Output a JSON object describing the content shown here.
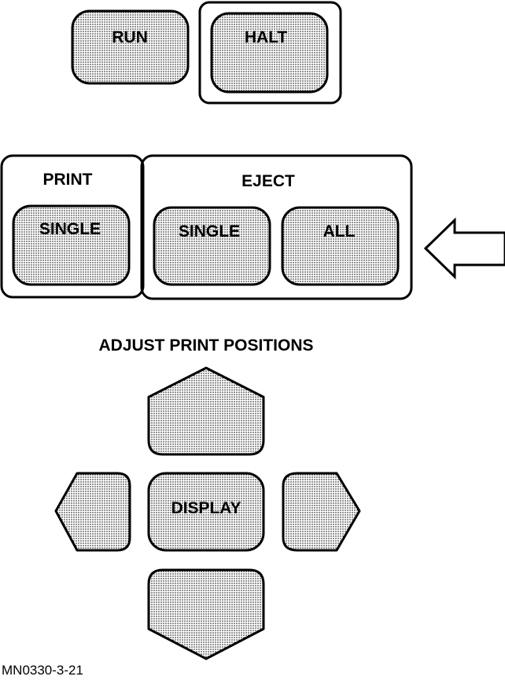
{
  "top_keys": {
    "run": "RUN",
    "halt": "HALT"
  },
  "print_group": {
    "title": "PRINT",
    "single": "SINGLE"
  },
  "eject_group": {
    "title": "EJECT",
    "single": "SINGLE",
    "all": "ALL"
  },
  "adjust": {
    "title": "ADJUST PRINT POSITIONS",
    "display": "DISPLAY"
  },
  "figure_id": "MN0330-3-21",
  "icons": {
    "pointer": "arrow-left-icon"
  }
}
